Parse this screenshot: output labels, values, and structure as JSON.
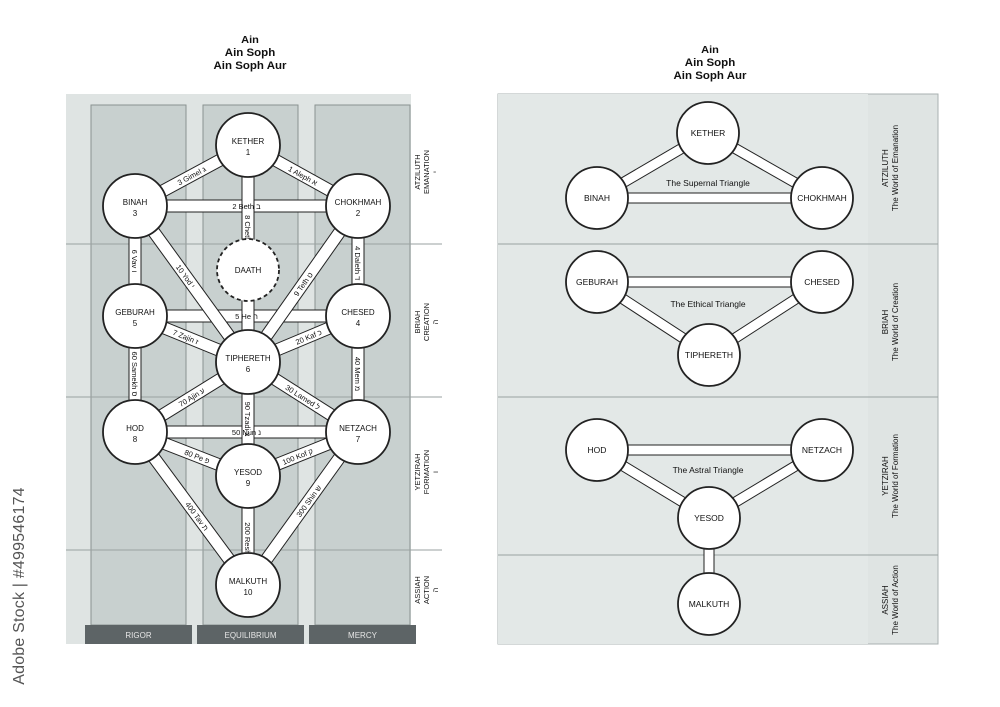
{
  "header": {
    "line1": "Ain",
    "line2": "Ain Soph",
    "line3": "Ain Soph Aur"
  },
  "left_panel": {
    "pillars": [
      "RIGOR",
      "EQUILIBRIUM",
      "MERCY"
    ],
    "worlds": [
      {
        "name": "ATZILUTH",
        "sub": "EMANATION",
        "letter": "י"
      },
      {
        "name": "BRIAH",
        "sub": "CREATION",
        "letter": "ה"
      },
      {
        "name": "YETZIRAH",
        "sub": "FORMATION",
        "letter": "ו"
      },
      {
        "name": "ASSIAH",
        "sub": "ACTION",
        "letter": "ה"
      }
    ],
    "sephiroth": [
      {
        "name": "KETHER",
        "number": "1"
      },
      {
        "name": "CHOKHMAH",
        "number": "2"
      },
      {
        "name": "BINAH",
        "number": "3"
      },
      {
        "name": "CHESED",
        "number": "4"
      },
      {
        "name": "GEBURAH",
        "number": "5"
      },
      {
        "name": "TIPHERETH",
        "number": "6"
      },
      {
        "name": "NETZACH",
        "number": "7"
      },
      {
        "name": "HOD",
        "number": "8"
      },
      {
        "name": "YESOD",
        "number": "9"
      },
      {
        "name": "MALKUTH",
        "number": "10"
      },
      {
        "name": "DAATH",
        "number": ""
      }
    ],
    "paths": [
      "1 Aleph א",
      "2 Beth ב",
      "3 Gimel ג",
      "4 Daleth ד",
      "5 He ה",
      "6 Vav ו",
      "7 Zajin ז",
      "8 Cheth ח",
      "9 Teth ט",
      "10 Yod י",
      "20 Kaf כ",
      "30 Lamed ל",
      "40 Mem מ",
      "50 Nun נ",
      "60 Samekh ס",
      "70 Ajin ע",
      "80 Pe פ",
      "90 Tzadi צ",
      "100 Kof ק",
      "200 Resh ר",
      "300 Shin ש",
      "400 Tav ת"
    ]
  },
  "right_panel": {
    "triangles": [
      {
        "title": "The Supernal Triangle",
        "top": "KETHER",
        "left": "BINAH",
        "right": "CHOKHMAH"
      },
      {
        "title": "The Ethical Triangle",
        "left": "GEBURAH",
        "right": "CHESED",
        "bottom": "TIPHERETH"
      },
      {
        "title": "The Astral Triangle",
        "left": "HOD",
        "right": "NETZACH",
        "bottom": "YESOD"
      }
    ],
    "malkuth": "MALKUTH",
    "worlds": [
      {
        "name": "ATZILUTH",
        "sub": "The World of  Emanation"
      },
      {
        "name": "BRIAH",
        "sub": "The World of Creation"
      },
      {
        "name": "YETZIRAH",
        "sub": "The World of Formation"
      },
      {
        "name": "ASSIAH",
        "sub": "The World of Action"
      }
    ]
  },
  "watermark": "Adobe Stock | #499546174",
  "colors": {
    "panel": "#dfe4e3",
    "pillar": "#c8d0cf",
    "footer": "#5d6466",
    "stroke": "#222222"
  }
}
